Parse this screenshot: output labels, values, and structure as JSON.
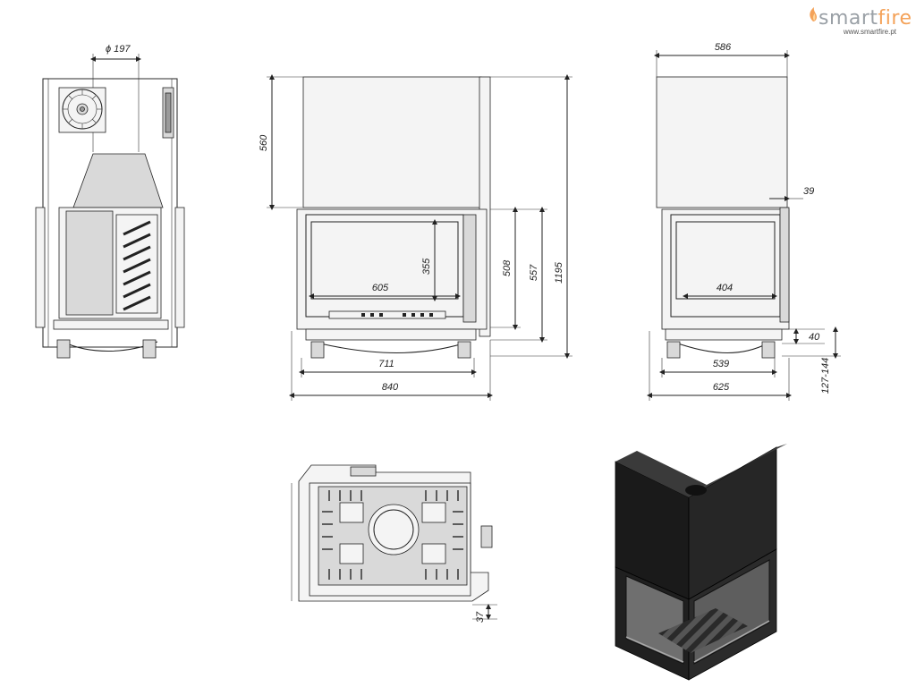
{
  "brand": {
    "logo_prefix": "smart",
    "logo_suffix": "fire",
    "url": "www.smartfire.pt",
    "accent_color": "#f4a259",
    "text_color": "#9aa0a6"
  },
  "side_view": {
    "flue_diameter": "ϕ 197"
  },
  "front_view": {
    "upper_height": "560",
    "glass_height": "355",
    "glass_width": "605",
    "opening_height": "508",
    "door_height": "557",
    "total_height": "1195",
    "base_width": "711",
    "total_width": "840"
  },
  "right_view": {
    "top_width": "586",
    "side_offset": "39",
    "glass_width": "404",
    "leg_height": "40",
    "leg_adjust": "127-144",
    "base_width": "539",
    "total_width": "625"
  },
  "top_view": {
    "offset": "37"
  }
}
